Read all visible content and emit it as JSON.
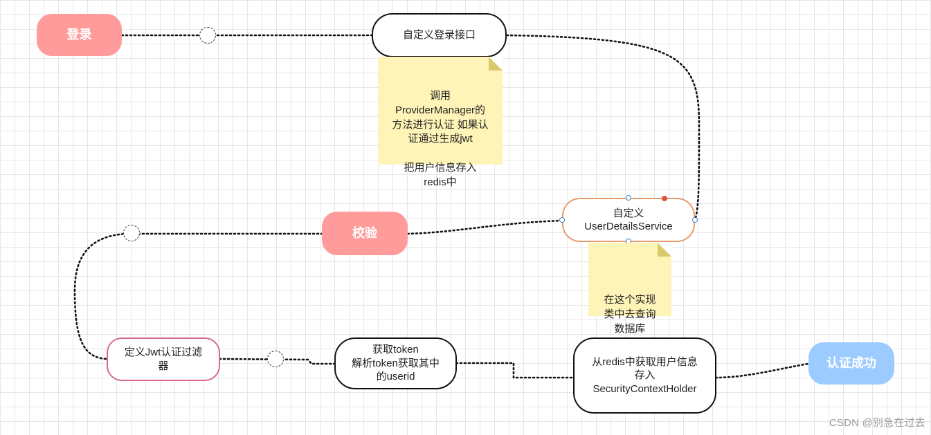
{
  "nodes": {
    "login": "登录",
    "custom_login_api": "自定义登录接口",
    "verify": "校验",
    "user_details_service": "自定义\nUserDetailsService",
    "jwt_filter": "定义Jwt认证过滤\n器",
    "get_token": "获取token\n解析token获取其中\n的userid",
    "redis_holder": "从redis中获取用户信息\n存入\nSecurityContextHolder",
    "auth_success": "认证成功"
  },
  "notes": {
    "provider_manager": "调用\nProviderManager的\n方法进行认证 如果认\n证通过生成jwt\n\n把用户信息存入\nredis中",
    "query_db": "在这个实现\n类中去查询\n数据库"
  },
  "watermark": "CSDN @别急在过去",
  "colors": {
    "pill_red": "#ff9b9b",
    "pill_blue": "#9ccbff",
    "border_black": "#111111",
    "border_orange": "#e59a6c",
    "border_pink": "#d46b86",
    "note_yellow": "#fff4b8"
  }
}
